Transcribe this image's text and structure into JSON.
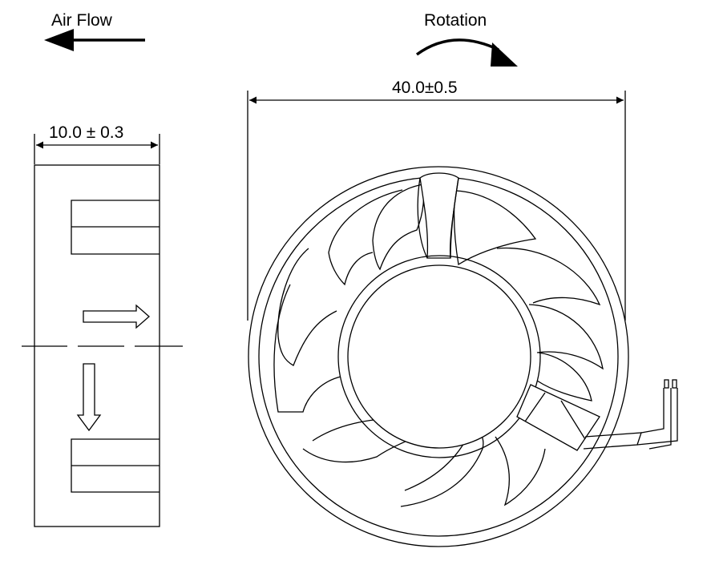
{
  "labels": {
    "air_flow": "Air Flow",
    "rotation": "Rotation",
    "width_dimension": "40.0±0.5",
    "depth_dimension": "10.0 ± 0.3"
  },
  "colors": {
    "line": "#000000",
    "background": "#ffffff"
  }
}
